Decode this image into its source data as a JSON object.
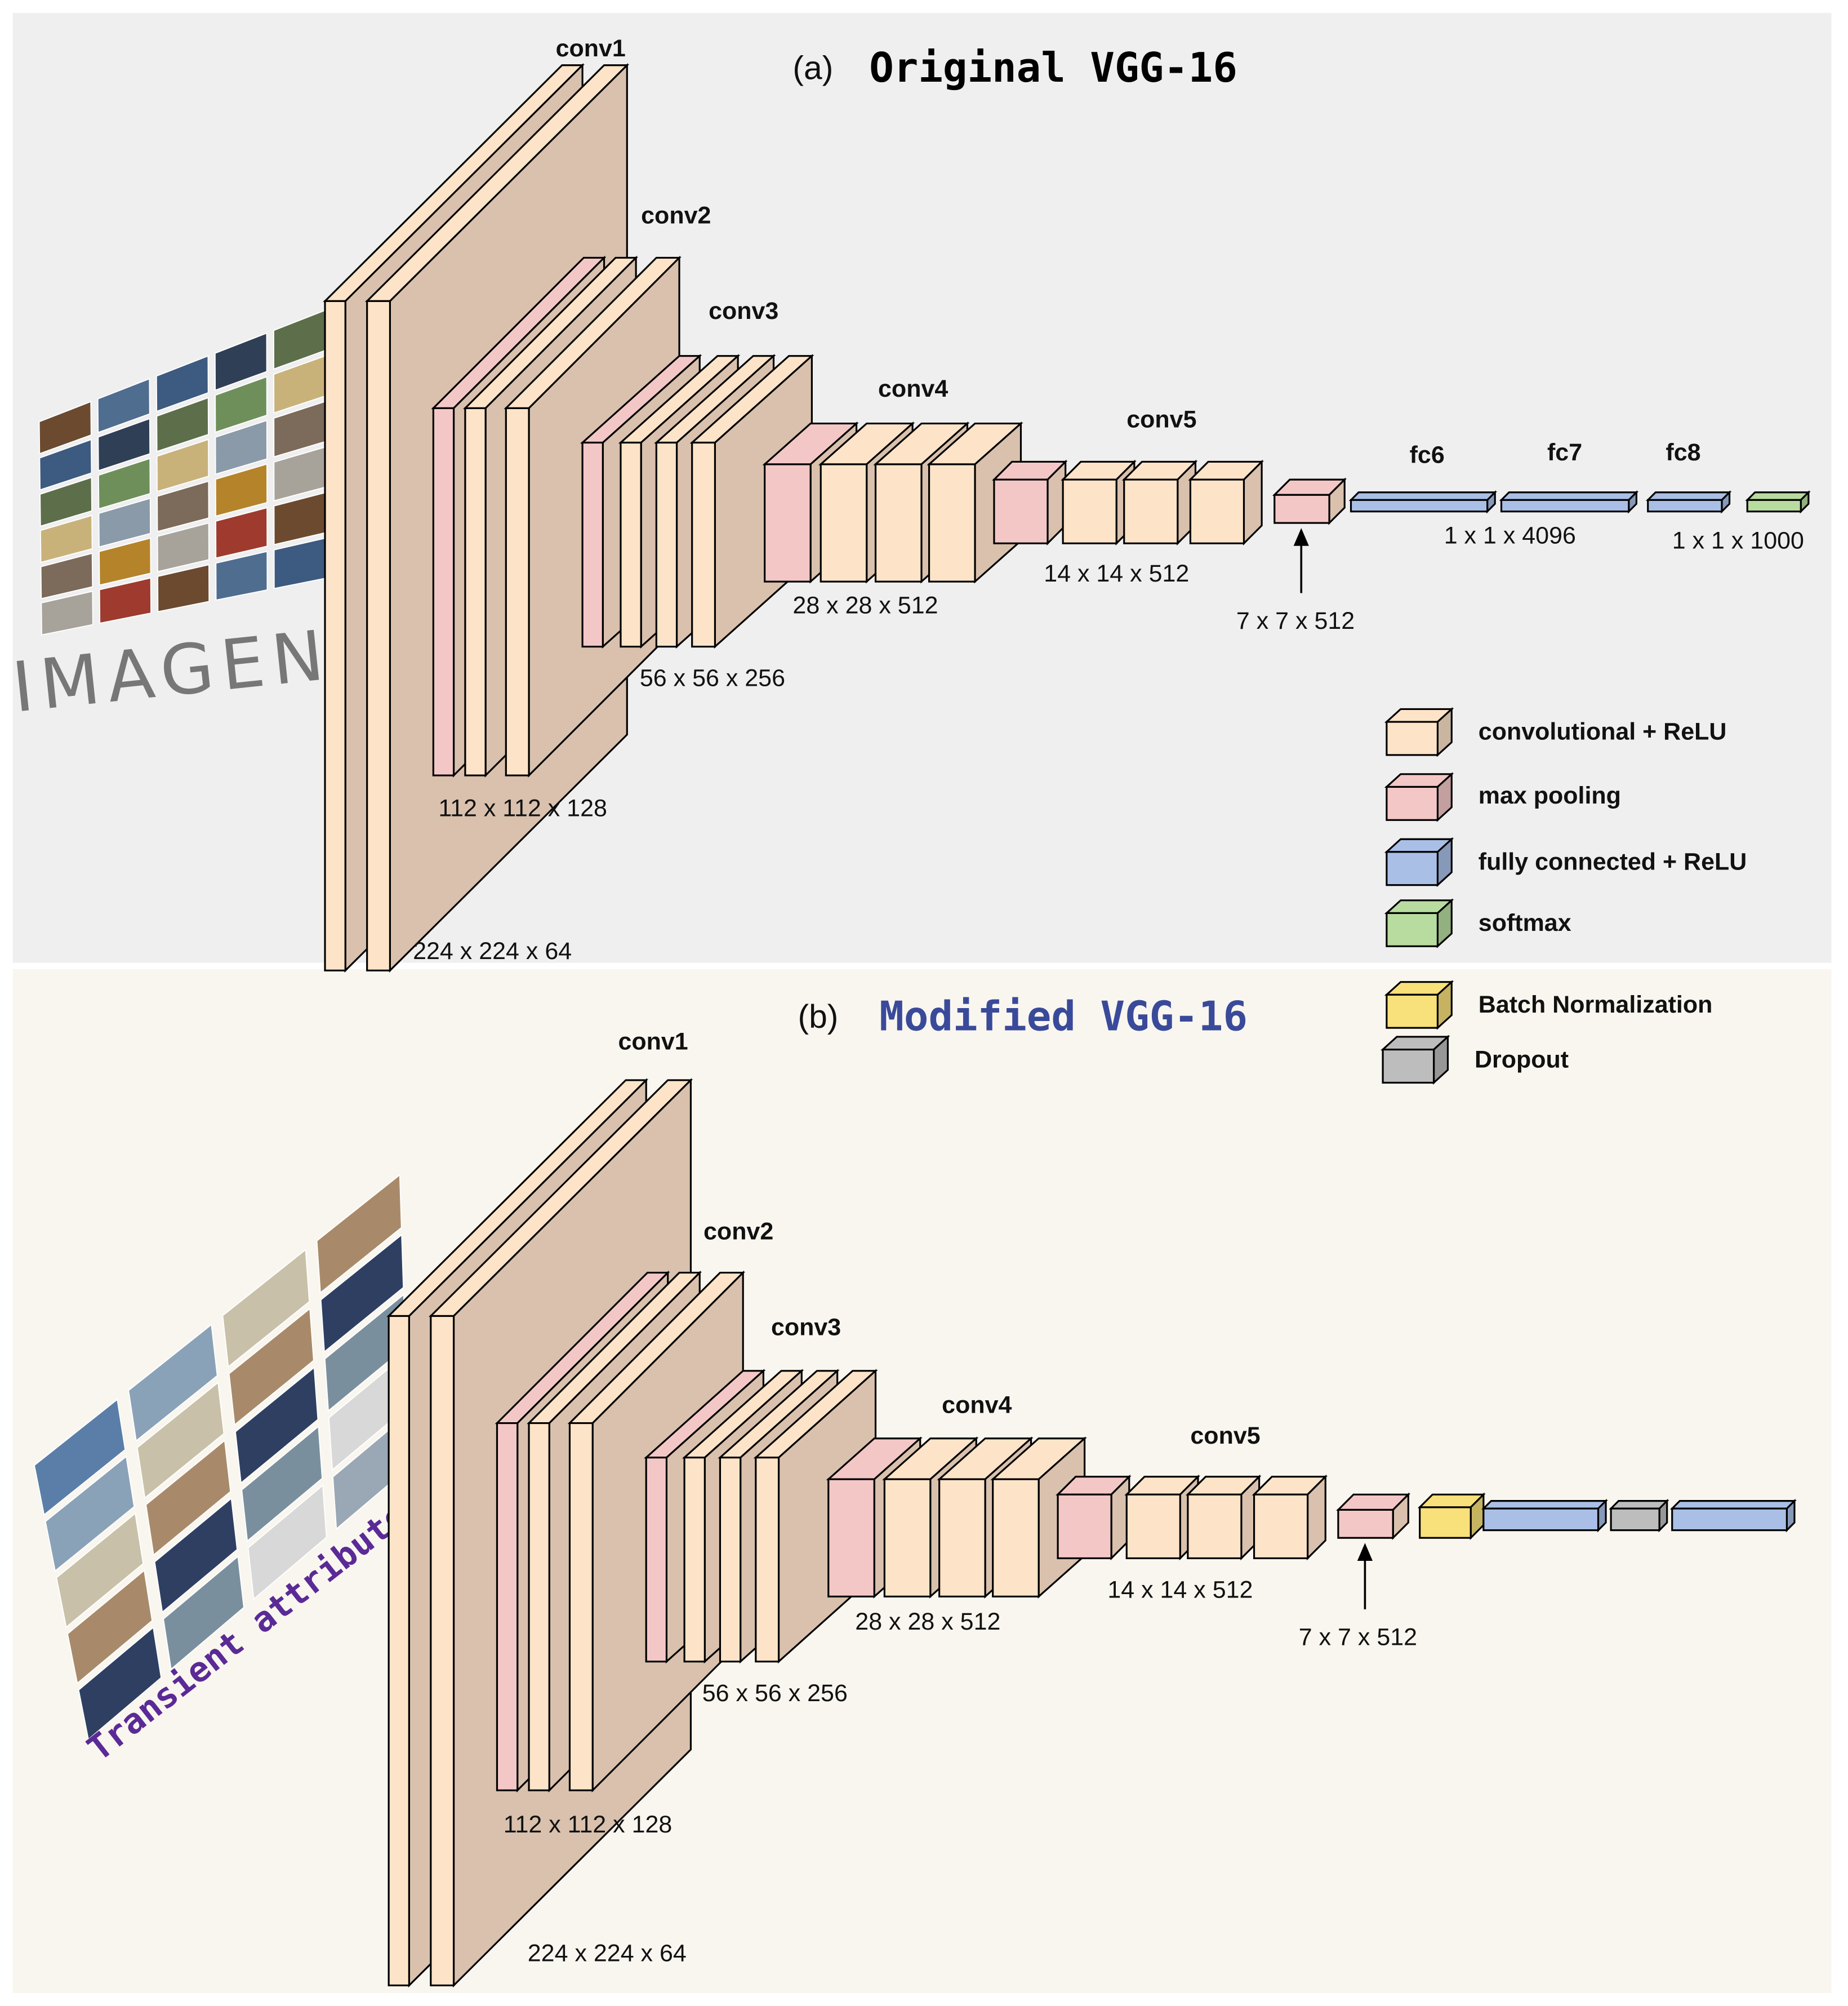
{
  "colors": {
    "conv": "#fde4c8",
    "pool": "#f4c7c7",
    "fc": "#a9bfe6",
    "softmax": "#b8dca0",
    "batchnorm": "#f8e07a",
    "dropout": "#bdbdbd",
    "panel_a_bg": "#efefef",
    "panel_b_bg": "#f9f6ef",
    "side": "#d9c1ad",
    "title_b": "#3a4a9a"
  },
  "panel_a": {
    "tag": "(a)",
    "title": "Original VGG-16",
    "input_logo_text": "IMAGENE",
    "blocks": {
      "conv1": "conv1",
      "conv2": "conv2",
      "conv3": "conv3",
      "conv4": "conv4",
      "conv5": "conv5",
      "fc6": "fc6",
      "fc7": "fc7",
      "fc8": "fc8"
    },
    "dims": {
      "d224": "224 x 224 x 64",
      "d112": "112 x 112 x 128",
      "d56": "56 x 56 x 256",
      "d28": "28 x 28 x 512",
      "d14": "14 x 14 x 512",
      "d7": "7 x 7 x 512",
      "d4096": "1 x 1 x 4096",
      "d1000": "1 x 1 x 1000"
    }
  },
  "panel_b": {
    "tag": "(b)",
    "title": "Modified VGG-16",
    "input_caption": "Transient attribute",
    "blocks": {
      "conv1": "conv1",
      "conv2": "conv2",
      "conv3": "conv3",
      "conv4": "conv4",
      "conv5": "conv5"
    },
    "dims": {
      "d224": "224 x 224 x 64",
      "d112": "112 x 112 x 128",
      "d56": "56 x 56 x 256",
      "d28": "28 x 28 x 512",
      "d14": "14 x 14 x 512",
      "d7": "7 x 7 x 512"
    }
  },
  "legend": {
    "conv": "convolutional + ReLU",
    "pool": "max pooling",
    "fc": "fully connected + ReLU",
    "softmax": "softmax",
    "batchnorm": "Batch Normalization",
    "dropout": "Dropout"
  }
}
